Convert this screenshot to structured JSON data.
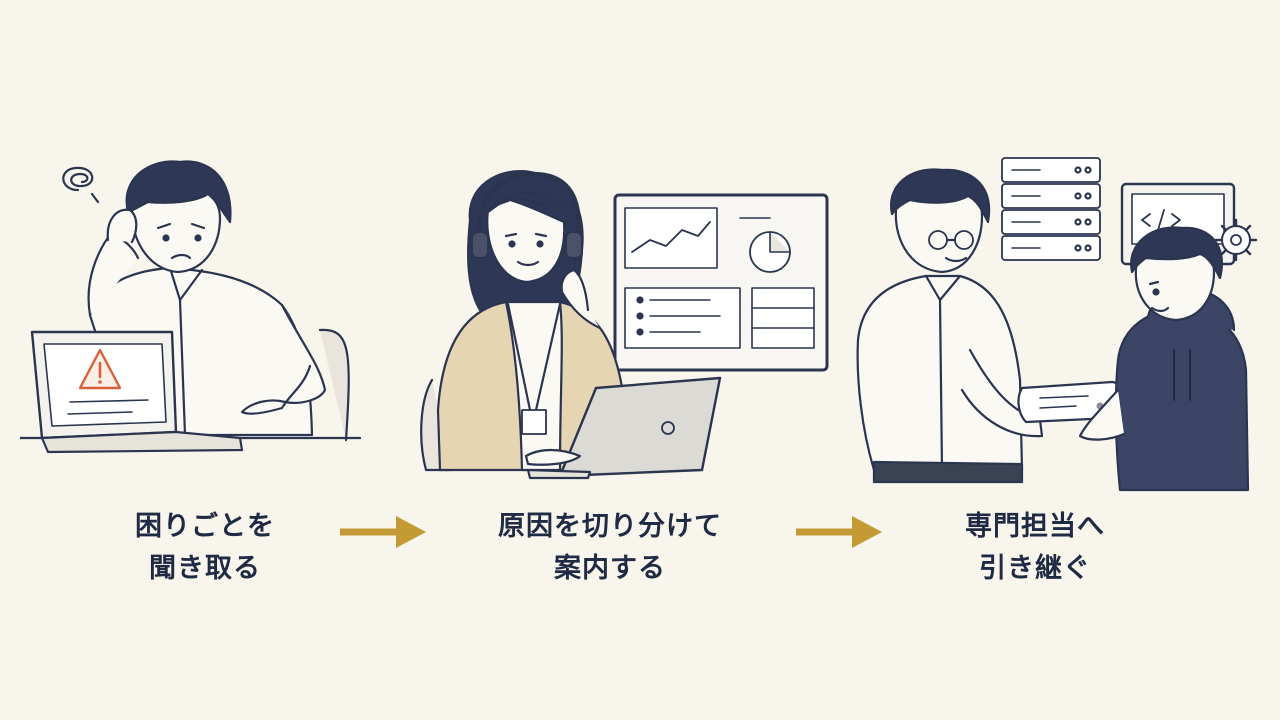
{
  "steps": [
    {
      "line1": "困りごとを",
      "line2": "聞き取る"
    },
    {
      "line1": "原因を切り分けて",
      "line2": "案内する"
    },
    {
      "line1": "専門担当へ",
      "line2": "引き継ぐ"
    }
  ],
  "icons": {
    "step1": [
      "confused-scribble-icon",
      "warning-triangle-icon",
      "laptop-icon"
    ],
    "step2": [
      "headset-icon",
      "line-chart-icon",
      "pie-chart-icon",
      "laptop-icon"
    ],
    "step3": [
      "server-rack-icon",
      "code-window-icon",
      "gear-icon"
    ]
  },
  "colors": {
    "background": "#f8f5ec",
    "ink": "#1f2a44",
    "arrow": "#c39a33",
    "warning": "#d8613b",
    "cardigan": "#e6d5b3",
    "hoodie": "#3c4566"
  }
}
